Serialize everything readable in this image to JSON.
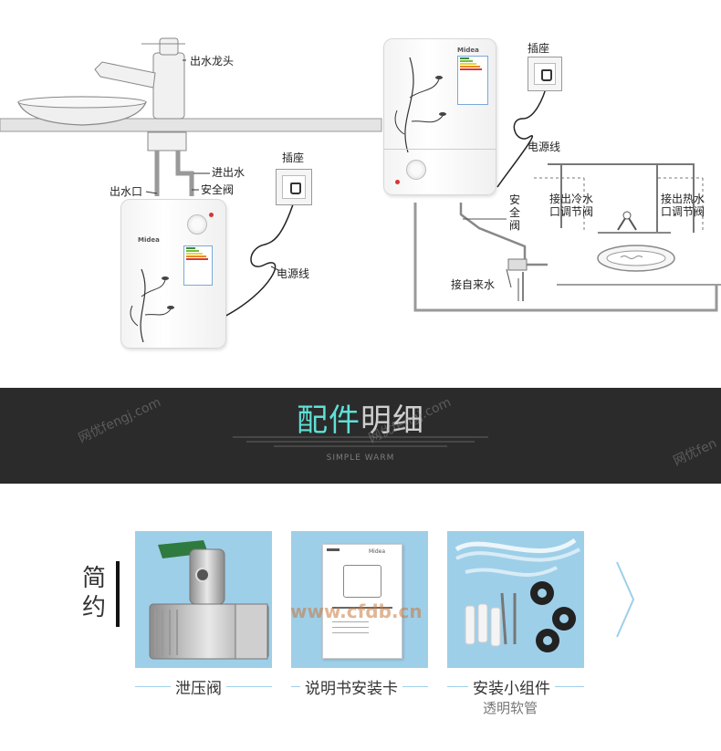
{
  "diagram_left": {
    "faucet": "出水龙头",
    "inlet_outlet": "进出水",
    "safety_valve": "安全阀",
    "outlet": "出水口",
    "socket": "插座",
    "power_cord": "电源线",
    "brand": "Midea"
  },
  "diagram_right": {
    "socket": "插座",
    "power_cord": "电源线",
    "safety_valve": "安全阀",
    "cold_valve": "接出冷水口调节阀",
    "hot_valve": "接出热水口调节阀",
    "water_supply": "接自来水",
    "brand": "Midea"
  },
  "banner": {
    "title_accent": "配件",
    "title_rest": "明细",
    "subtitle": "SIMPLE WARM"
  },
  "watermarks": {
    "a": "网优fengj.com",
    "b": "网优fengj.com",
    "c": "网优fen",
    "d": "www.cfdb.cn"
  },
  "accessories": {
    "section_title": "简约",
    "items": [
      {
        "label": "泄压阀",
        "sublabel": ""
      },
      {
        "label": "说明书安装卡",
        "sublabel": ""
      },
      {
        "label": "安装小组件",
        "sublabel": "透明软管"
      }
    ],
    "manual_brand": "Midea"
  },
  "colors": {
    "accent": "#5fe0d6",
    "banner_bg": "#2b2b2b",
    "card_bg": "#9ecfe9"
  }
}
